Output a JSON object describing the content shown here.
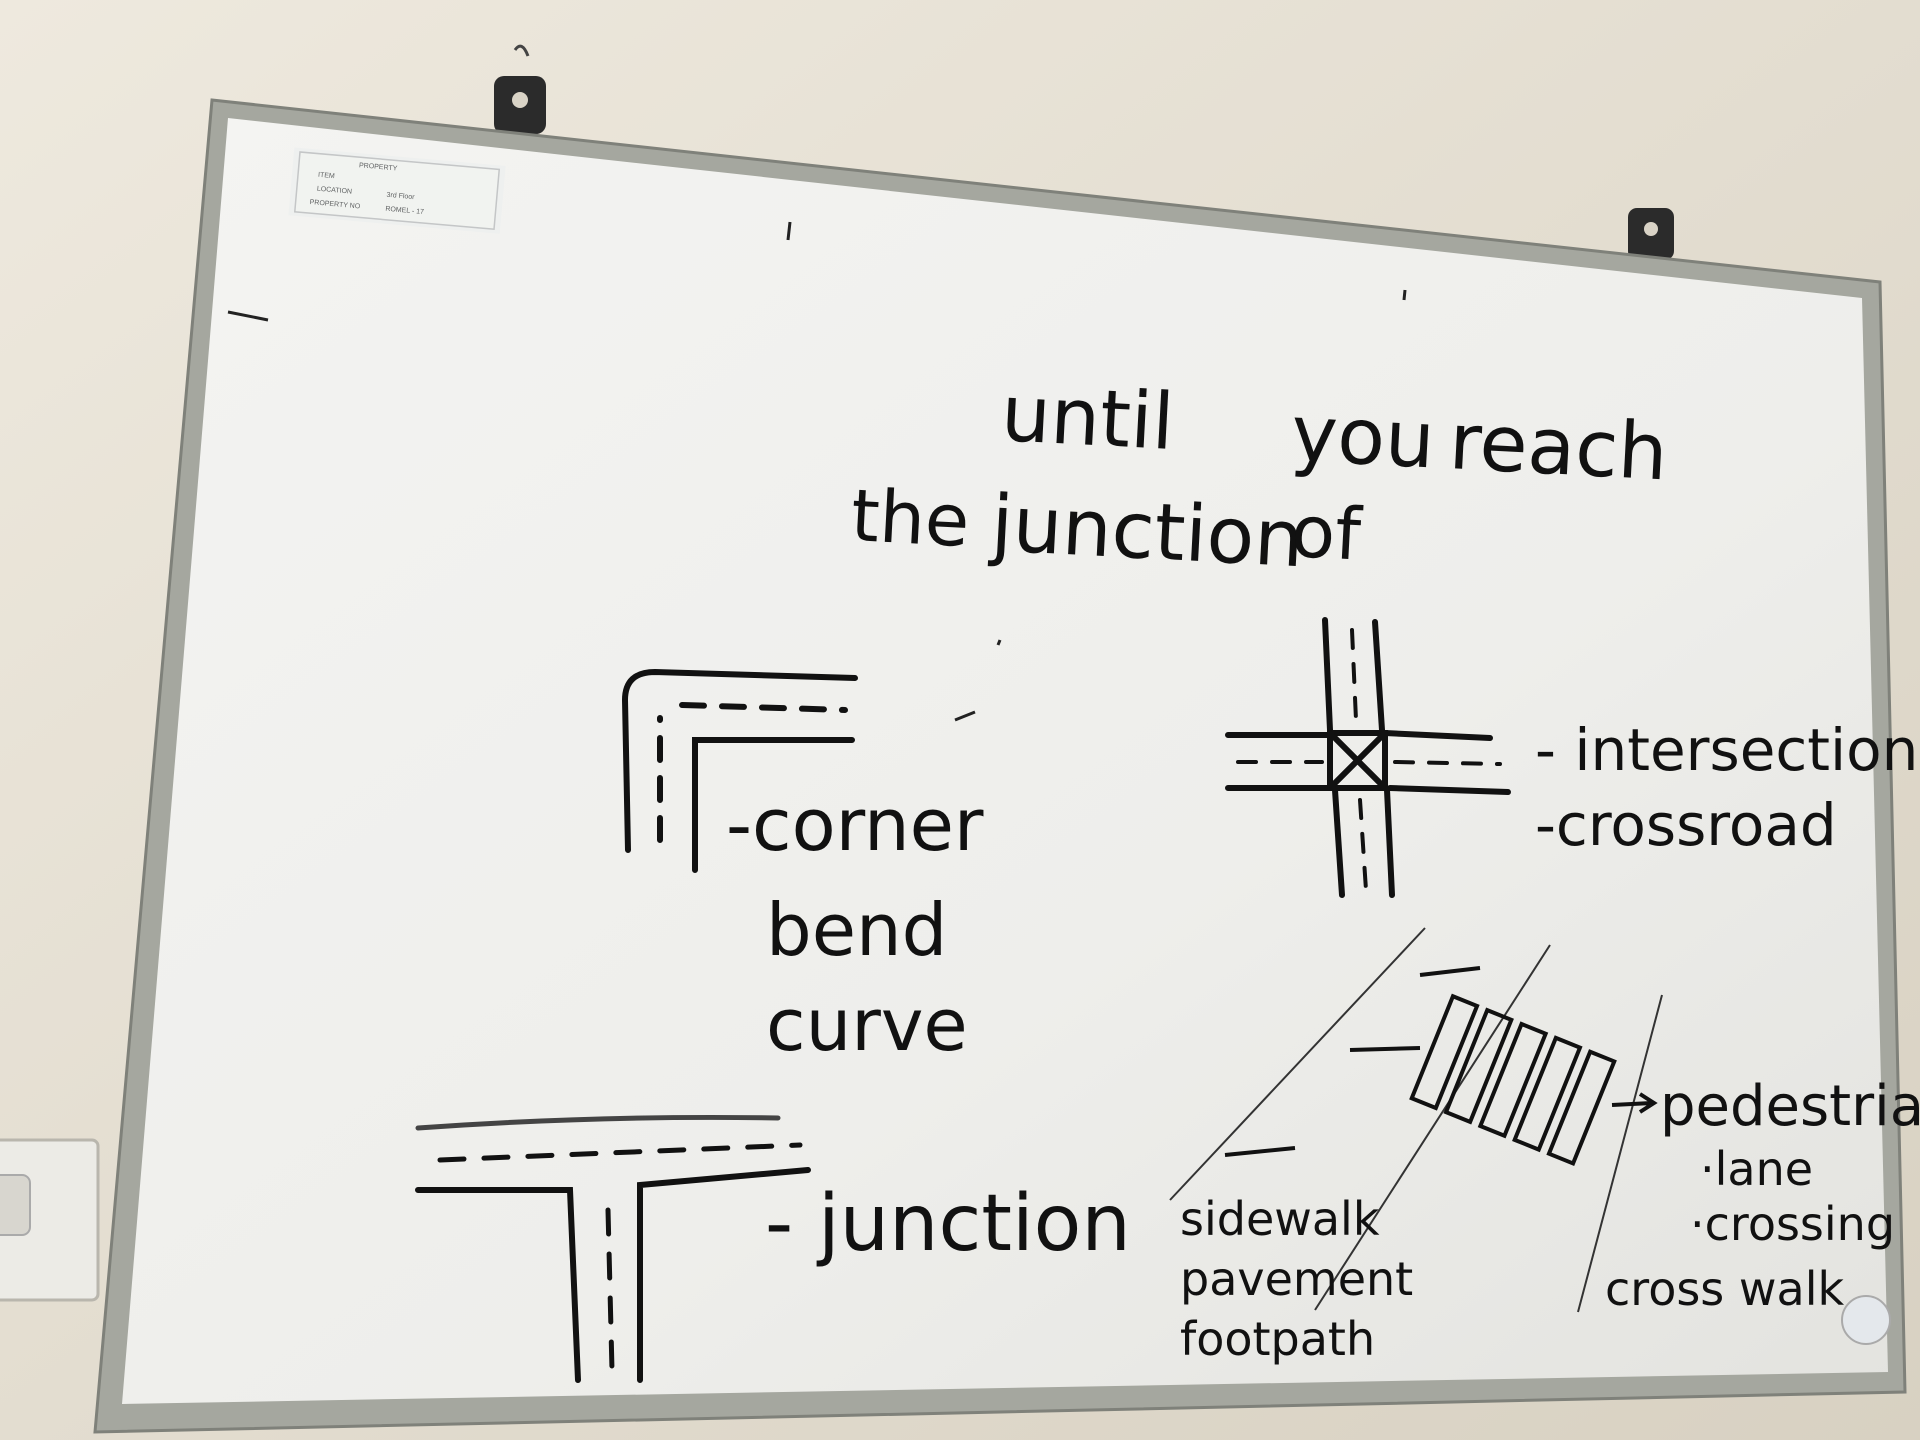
{
  "board": {
    "heading_line1_words": [
      "until",
      "you",
      "reach"
    ],
    "heading_line2_words": [
      "the",
      "junction",
      "of"
    ]
  },
  "property_label": {
    "title": "PROPERTY",
    "rows": [
      {
        "key": "ITEM",
        "value": ""
      },
      {
        "key": "LOCATION",
        "value": "3rd Floor"
      },
      {
        "key": "PROPERTY NO",
        "value": "ROMEL - 17"
      }
    ]
  },
  "corner_diagram": {
    "terms": [
      "-corner",
      "bend",
      "curve"
    ]
  },
  "intersection_diagram": {
    "terms": [
      "- intersection",
      "-crossroad"
    ]
  },
  "junction_diagram": {
    "terms": [
      "- junction"
    ]
  },
  "sidewalk_diagram": {
    "terms": [
      "sidewalk",
      "pavement",
      "footpath"
    ]
  },
  "crossing_diagram": {
    "terms": [
      "pedestrian",
      "·lane",
      "·crossing",
      "cross walk"
    ]
  },
  "colors": {
    "wall": "#e9e3d6",
    "board": "#f1f1ef",
    "frame": "#a9aba4",
    "marker": "#111111"
  }
}
